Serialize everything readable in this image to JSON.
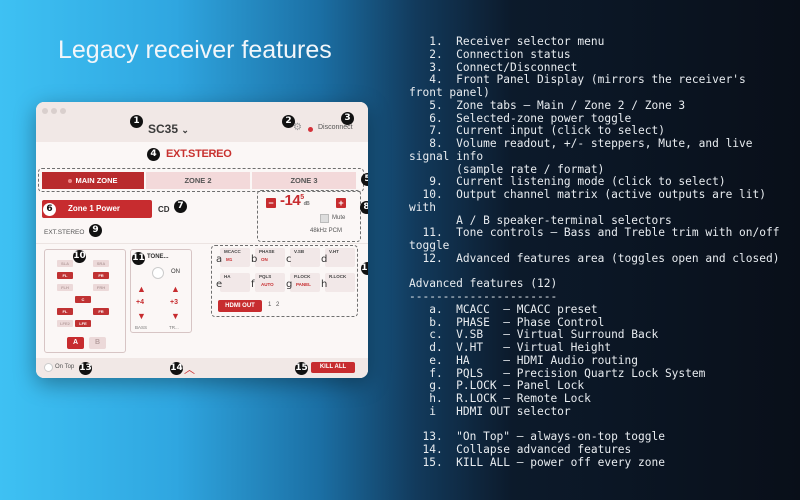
{
  "headline": "Legacy receiver features",
  "app": {
    "receiver": "SC35",
    "receiver_caret": "⌄",
    "connection": "Disconnect",
    "front_panel": "EXT.STEREO",
    "tabs": [
      "MAIN ZONE",
      "ZONE 2",
      "ZONE 3"
    ],
    "zone_power": "Zone 1 Power",
    "input": "CD",
    "listening_mode": "EXT.STEREO",
    "volume": "-14",
    "volume_small": "5",
    "volume_db": "dB",
    "mute": "Mute",
    "signal": "48kHz PCM",
    "channels": [
      {
        "label": "SLA",
        "on": false
      },
      {
        "label": "SRA",
        "on": false
      },
      {
        "label": "FL",
        "on": true
      },
      {
        "label": "FR",
        "on": true
      },
      {
        "label": "FLH",
        "on": false
      },
      {
        "label": "FRH",
        "on": false
      },
      {
        "label": "C",
        "on": true
      },
      {
        "label": "FL",
        "on": true
      },
      {
        "label": "FR",
        "on": true
      },
      {
        "label": "LFE2",
        "on": false
      },
      {
        "label": "LFE",
        "on": true
      }
    ],
    "speakers": [
      "A",
      "B"
    ],
    "tone": {
      "title": "TONE...",
      "on_label": "ON",
      "bass_value": "+4",
      "treble_value": "+3",
      "bass_label": "BASS",
      "treble_label": "TR..."
    },
    "features": [
      {
        "letter": "a",
        "label": "MCACC",
        "value": "M1"
      },
      {
        "letter": "b",
        "label": "PHASE",
        "value": "ON"
      },
      {
        "letter": "c",
        "label": "V.SB",
        "value": ""
      },
      {
        "letter": "d",
        "label": "V.HT",
        "value": ""
      },
      {
        "letter": "e",
        "label": "HA",
        "value": ""
      },
      {
        "letter": "f",
        "label": "PQLS",
        "value": "AUTO"
      },
      {
        "letter": "g",
        "label": "P.LOCK",
        "value": "PANEL"
      },
      {
        "letter": "h",
        "label": "R.LOCK",
        "value": ""
      }
    ],
    "hdmi_out": "HDMI OUT",
    "hdmi_nums": [
      "1",
      "2"
    ],
    "on_top": "On Top",
    "kill_all": "KILL ALL",
    "badges": [
      "1",
      "2",
      "3",
      "4",
      "5",
      "6",
      "7",
      "8",
      "9",
      "10",
      "11",
      "12",
      "13",
      "14",
      "15"
    ]
  },
  "legend": [
    "   1.  Receiver selector menu",
    "   2.  Connection status",
    "   3.  Connect/Disconnect",
    "   4.  Front Panel Display (mirrors the receiver's",
    "front panel)",
    "   5.  Zone tabs — Main / Zone 2 / Zone 3",
    "   6.  Selected-zone power toggle",
    "   7.  Current input (click to select)",
    "   8.  Volume readout, +/- steppers, Mute, and live",
    "signal info",
    "       (sample rate / format)",
    "   9.  Current listening mode (click to select)",
    "  10.  Output channel matrix (active outputs are lit)",
    "with",
    "       A / B speaker-terminal selectors",
    "  11.  Tone controls — Bass and Treble trim with on/off",
    "toggle",
    "  12.  Advanced features area (toggles open and closed)",
    "",
    "Advanced features (12)",
    "----------------------",
    "   a.  MCACC  – MCACC preset",
    "   b.  PHASE  – Phase Control",
    "   c.  V.SB   – Virtual Surround Back",
    "   d.  V.HT   – Virtual Height",
    "   e.  HA     – HDMI Audio routing",
    "   f.  PQLS   – Precision Quartz Lock System",
    "   g.  P.LOCK – Panel Lock",
    "   h.  R.LOCK – Remote Lock",
    "   i   HDMI OUT selector",
    "",
    "  13.  \"On Top\" — always-on-top toggle",
    "  14.  Collapse advanced features",
    "  15.  KILL ALL — power off every zone"
  ]
}
